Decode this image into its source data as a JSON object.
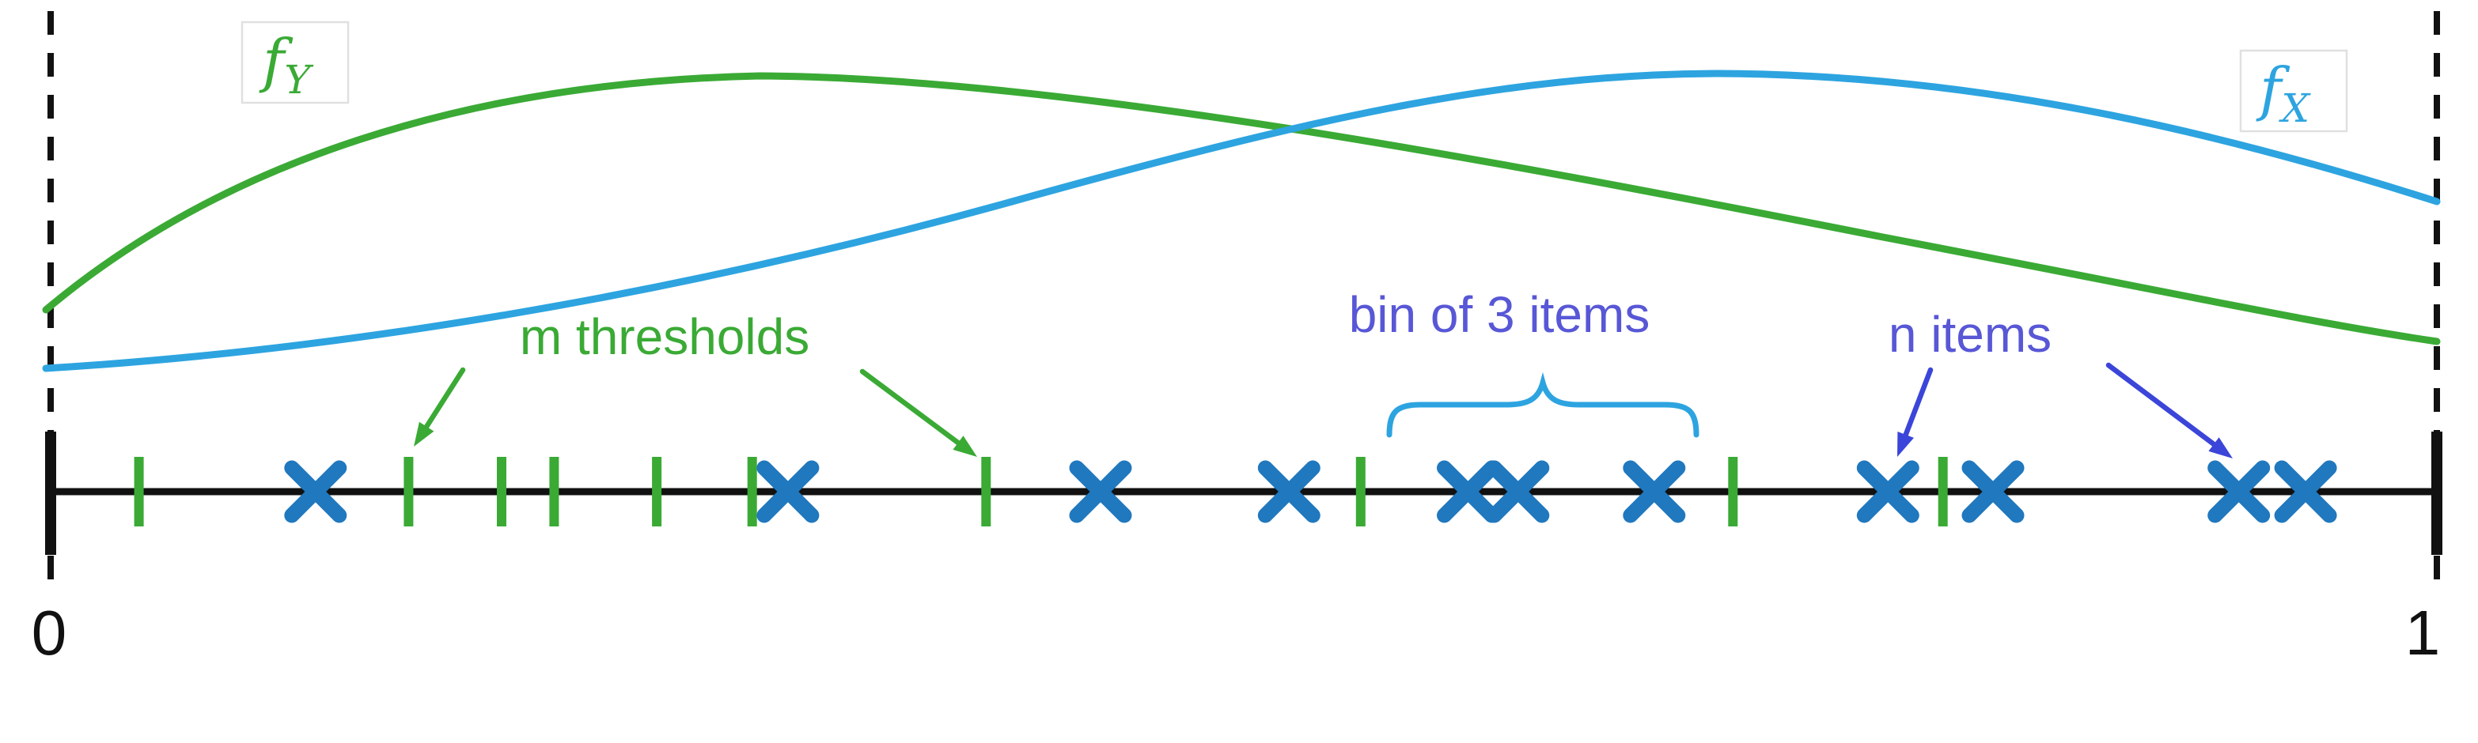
{
  "figure": {
    "background": "#ffffff",
    "colors": {
      "black": "#111111",
      "green": "#3aaa35",
      "blue_curve": "#2da4e0",
      "blue_item": "#2078be",
      "purple": "#5857d6",
      "arrow_blue": "#3b45d9",
      "label_box": "#e0e0e0"
    },
    "curves": {
      "fy": {
        "label_main": "f",
        "label_sub": "Y"
      },
      "fx": {
        "label_main": "f",
        "label_sub": "X"
      }
    },
    "axis": {
      "left_label": "0",
      "right_label": "1"
    },
    "annotations": {
      "thresholds_label": "m thresholds",
      "bin_label": "bin of 3 items",
      "items_label": "n items"
    },
    "diagram_data": {
      "interval": [
        0,
        1
      ],
      "threshold_positions": [
        0.037,
        0.15,
        0.189,
        0.211,
        0.254,
        0.294,
        0.392,
        0.549,
        0.705,
        0.793
      ],
      "item_positions": [
        0.111,
        0.309,
        0.44,
        0.519,
        0.594,
        0.615,
        0.672,
        0.77,
        0.814,
        0.917,
        0.945
      ],
      "bin_interval": [
        0.549,
        0.705
      ],
      "bin_item_count": 3,
      "threshold_count": 10,
      "item_count": 11
    }
  }
}
